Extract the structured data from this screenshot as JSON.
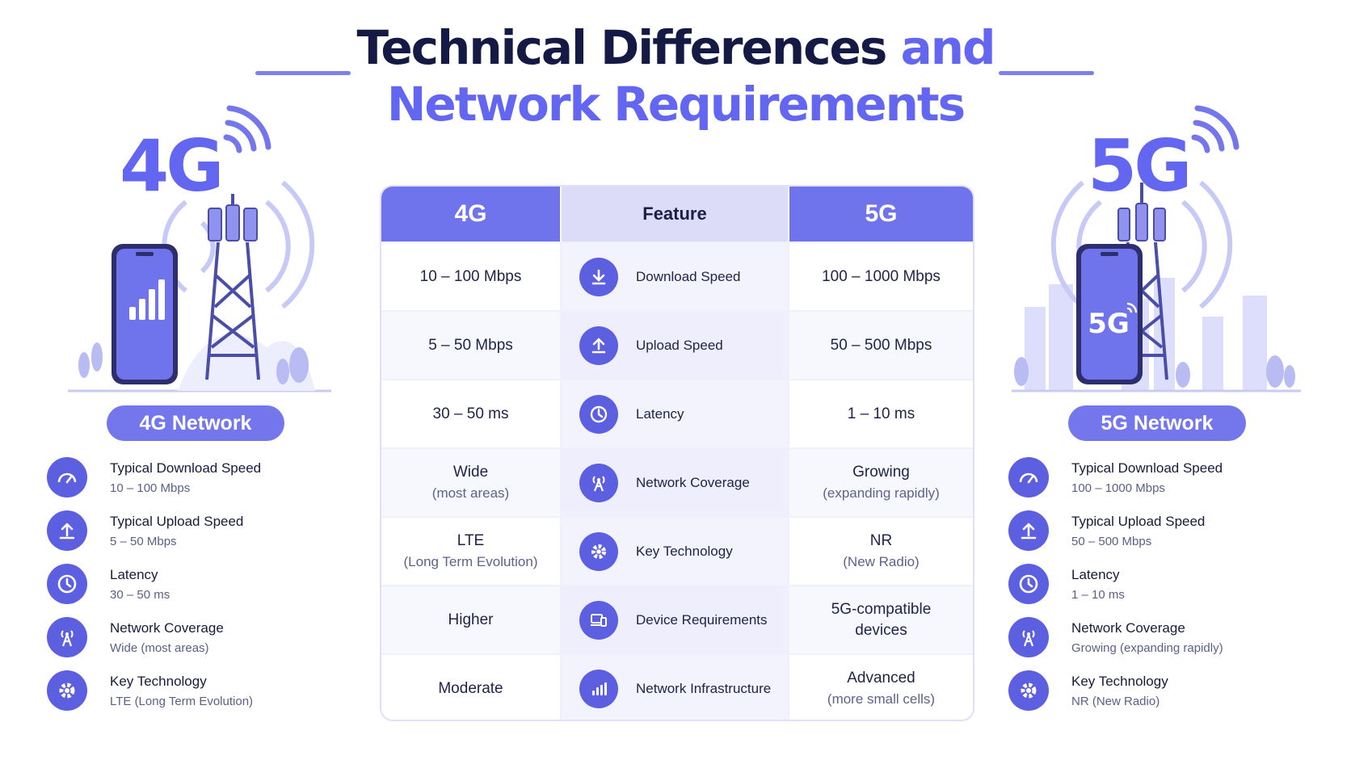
{
  "title": {
    "line1_dark": "Technical Differences",
    "line1_accent": "and",
    "line2": "Network Requirements"
  },
  "colors": {
    "accent": "#6366f1",
    "header_bg": "#7074ec",
    "icon_bg": "#5b5fe0",
    "feature_header_bg": "#dcdcf9"
  },
  "left_panel": {
    "generation": "4G",
    "phone_badge": "",
    "pill": "4G Network",
    "items": [
      {
        "icon": "speedometer-icon",
        "label": "Typical Download Speed",
        "value": "10 – 100 Mbps"
      },
      {
        "icon": "upload-icon",
        "label": "Typical Upload Speed",
        "value": "5 – 50 Mbps"
      },
      {
        "icon": "clock-icon",
        "label": "Latency",
        "value": "30 – 50 ms"
      },
      {
        "icon": "antenna-icon",
        "label": "Network Coverage",
        "value": "Wide (most areas)"
      },
      {
        "icon": "gear-icon",
        "label": "Key Technology",
        "value": "LTE (Long Term Evolution)"
      }
    ]
  },
  "right_panel": {
    "generation": "5G",
    "phone_badge": "5G",
    "pill": "5G Network",
    "items": [
      {
        "icon": "speedometer-icon",
        "label": "Typical Download Speed",
        "value": "100 – 1000 Mbps"
      },
      {
        "icon": "upload-icon",
        "label": "Typical Upload Speed",
        "value": "50 – 500 Mbps"
      },
      {
        "icon": "clock-icon",
        "label": "Latency",
        "value": "1 – 10 ms"
      },
      {
        "icon": "antenna-icon",
        "label": "Network Coverage",
        "value": "Growing (expanding rapidly)"
      },
      {
        "icon": "gear-icon",
        "label": "Key Technology",
        "value": "NR (New Radio)"
      }
    ]
  },
  "table": {
    "headers": {
      "left": "4G",
      "middle": "Feature",
      "right": "5G"
    },
    "rows": [
      {
        "g4": "10 – 100 Mbps",
        "g4_sub": "",
        "icon": "download-icon",
        "feature": "Download Speed",
        "g5": "100 – 1000 Mbps",
        "g5_sub": ""
      },
      {
        "g4": "5 – 50 Mbps",
        "g4_sub": "",
        "icon": "upload-icon",
        "feature": "Upload Speed",
        "g5": "50 – 500 Mbps",
        "g5_sub": ""
      },
      {
        "g4": "30 – 50 ms",
        "g4_sub": "",
        "icon": "clock-icon",
        "feature": "Latency",
        "g5": "1 – 10 ms",
        "g5_sub": ""
      },
      {
        "g4": "Wide",
        "g4_sub": "(most areas)",
        "icon": "antenna-icon",
        "feature": "Network Coverage",
        "g5": "Growing",
        "g5_sub": "(expanding rapidly)"
      },
      {
        "g4": "LTE",
        "g4_sub": "(Long Term Evolution)",
        "icon": "gear-icon",
        "feature": "Key Technology",
        "g5": "NR",
        "g5_sub": "(New Radio)"
      },
      {
        "g4": "Higher",
        "g4_sub": "",
        "icon": "devices-icon",
        "feature": "Device Requirements",
        "g5": "5G-compatible",
        "g5_sub": "devices"
      },
      {
        "g4": "Moderate",
        "g4_sub": "",
        "icon": "bar-chart-icon",
        "feature": "Network Infrastructure",
        "g5": "Advanced",
        "g5_sub": "(more small cells)"
      }
    ]
  }
}
